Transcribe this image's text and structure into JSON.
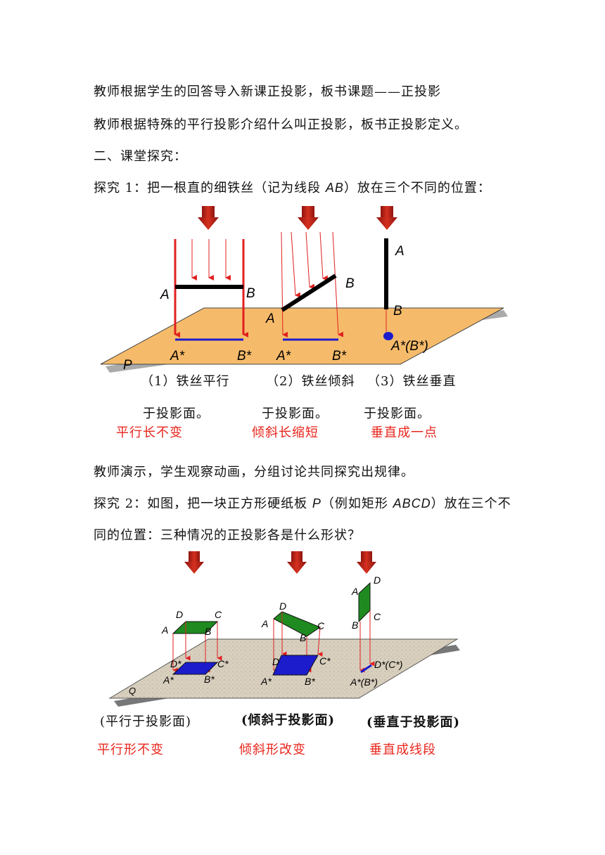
{
  "paragraphs": {
    "p1": "教师根据学生的回答导入新课正投影，板书课题——正投影",
    "p2": "教师根据特殊的平行投影介绍什么叫正投影，板书正投影定义。",
    "p3": "二、课堂探究：",
    "p4_pre": "探究 1：把一根直的细铁丝（记为线段 ",
    "p4_var": "AB",
    "p4_post": "）放在三个不同的位置：",
    "p5": "教师演示，学生观察动画，分组讨论共同探究出规律。",
    "p6_pre": "探究 2：如图，把一块正方形硬纸板 ",
    "p6_var": "P",
    "p6_mid": "（例如矩形 ",
    "p6_var2": "ABCD",
    "p6_post": "）放在三个不",
    "p7": "同的位置：三种情况的正投影各是什么形状？"
  },
  "figure1": {
    "labels": {
      "A": "A",
      "B": "B",
      "A_star": "A*",
      "B_star": "B*",
      "AB_star": "A*(B*)",
      "P": "P"
    },
    "captions": [
      {
        "line1": "（1）铁丝平行",
        "line2": "于投影面。",
        "result": "平行长不变"
      },
      {
        "line1": "（2）铁丝倾斜",
        "line2": "于投影面。",
        "result": "倾斜长缩短"
      },
      {
        "line1": "（3）铁丝垂直",
        "line2": "于投影面。",
        "result": "垂直成一点"
      }
    ]
  },
  "figure2": {
    "labels": {
      "A": "A",
      "B": "B",
      "C": "C",
      "D": "D",
      "A_star": "A*",
      "B_star": "B*",
      "C_star": "C*",
      "D_star": "D*",
      "DC_star": "D*(C*)",
      "AB_star": "A*(B*)",
      "Q": "Q"
    },
    "captions": [
      {
        "label": "(平行于投影面)",
        "result": "平行形不变"
      },
      {
        "label": "(倾斜于投影面)",
        "result": "倾斜形改变"
      },
      {
        "label": "(垂直于投影面)",
        "result": "垂直成线段"
      }
    ]
  },
  "colors": {
    "arrow_red": "#c0221a",
    "plane1": "#f6bb6a",
    "plane2": "#d8cfbe",
    "projection_blue": "#1c1ccc",
    "card_green": "#1f8a1f",
    "caption_red": "#e8261c"
  }
}
